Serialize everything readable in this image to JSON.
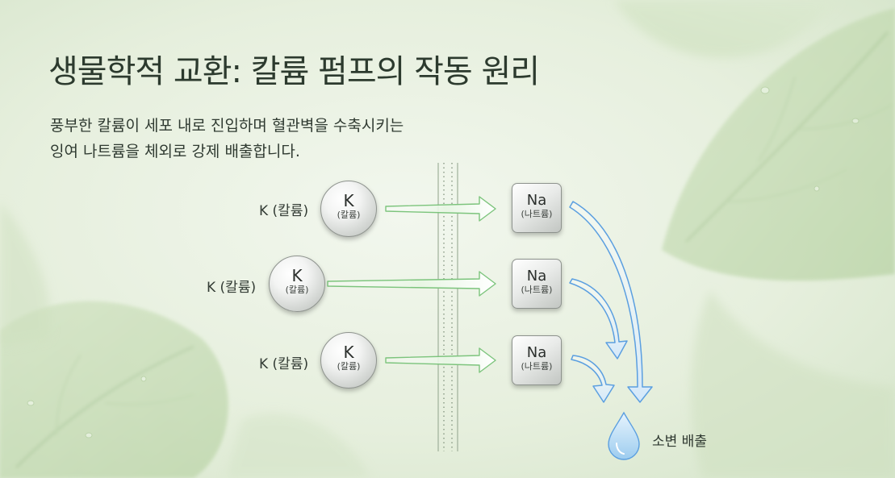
{
  "title": "생물학적 교환: 칼륨 펌프의 작동 원리",
  "subtitle": {
    "line1": "풍부한 칼륨이 세포 내로 진입하며 혈관벽을 수축시키는",
    "line2": "잉여 나트륨을 체외로 강제 배출합니다."
  },
  "rows": [
    {
      "k_label": "K (칼륨)",
      "k_symbol": "K",
      "k_sub": "(칼륨)",
      "na_symbol": "Na",
      "na_sub": "(나트륨)"
    },
    {
      "k_label": "K (칼륨)",
      "k_symbol": "K",
      "k_sub": "(칼륨)",
      "na_symbol": "Na",
      "na_sub": "(나트륨)"
    },
    {
      "k_label": "K (칼륨)",
      "k_symbol": "K",
      "k_sub": "(칼륨)",
      "na_symbol": "Na",
      "na_sub": "(나트륨)"
    }
  ],
  "excretion_label": "소변 배출",
  "icons": [
    "droplet-icon",
    "arrow-right-icon",
    "curved-arrow-down-icon"
  ],
  "colors": {
    "background": "#e4eedb",
    "green_arrow": "#7cc47c",
    "blue_arrow": "#5b9fe0",
    "droplet": "#8cc3ec",
    "text": "#2c3a2e"
  }
}
